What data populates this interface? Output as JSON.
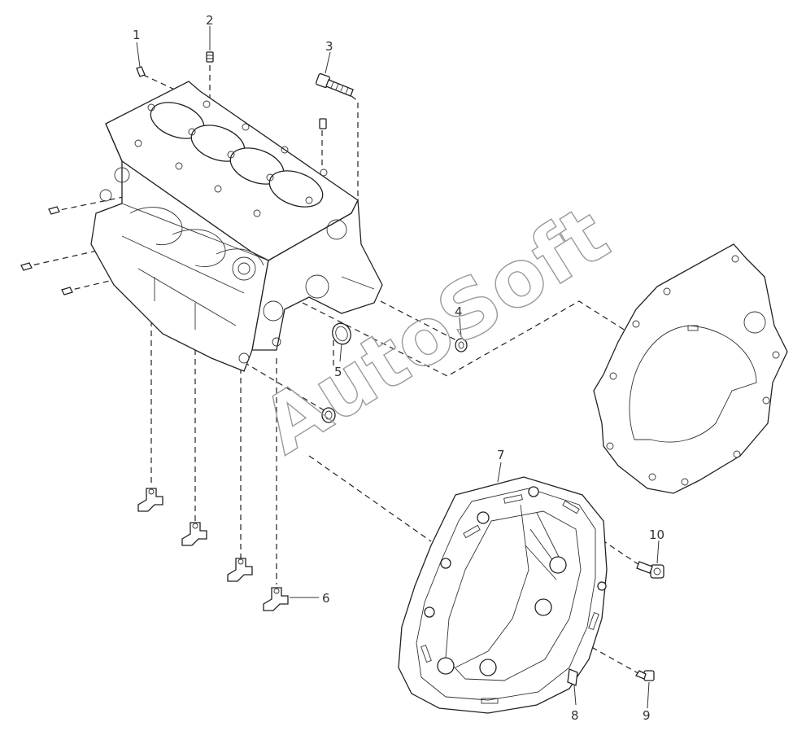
{
  "diagram": {
    "callouts": [
      {
        "id": "1",
        "label": "1"
      },
      {
        "id": "2",
        "label": "2"
      },
      {
        "id": "3",
        "label": "3"
      },
      {
        "id": "4",
        "label": "4"
      },
      {
        "id": "5",
        "label": "5"
      },
      {
        "id": "6",
        "label": "6"
      },
      {
        "id": "7",
        "label": "7"
      },
      {
        "id": "8",
        "label": "8"
      },
      {
        "id": "9",
        "label": "9"
      },
      {
        "id": "10",
        "label": "10"
      }
    ],
    "watermark": "AutoSoft"
  }
}
